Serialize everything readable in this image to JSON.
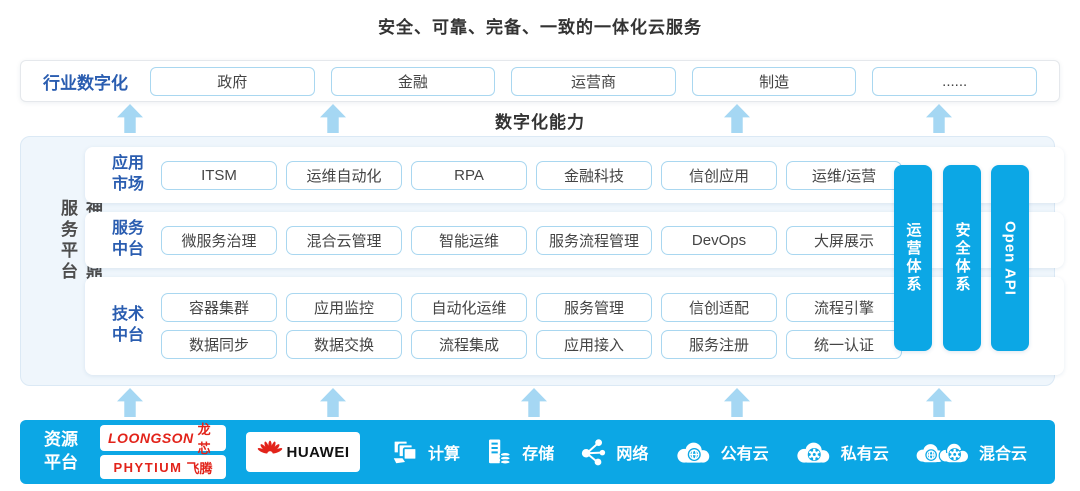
{
  "title": "安全、可靠、完备、一致的一体化云服务",
  "industry_row": {
    "label": "行业数字化",
    "items": [
      "政府",
      "金融",
      "运营商",
      "制造",
      "......"
    ]
  },
  "digital_capability_label": "数字化能力",
  "platform": {
    "side_label": "神州云鼎云服务平台",
    "rows": [
      {
        "label_lines": [
          "应用",
          "市场"
        ],
        "items": [
          "ITSM",
          "运维自动化",
          "RPA",
          "金融科技",
          "信创应用",
          "运维/运营"
        ]
      },
      {
        "label_lines": [
          "服务",
          "中台"
        ],
        "items": [
          "微服务治理",
          "混合云管理",
          "智能运维",
          "服务流程管理",
          "DevOps",
          "大屏展示"
        ]
      },
      {
        "label_lines": [
          "技术",
          "中台"
        ],
        "item_rows": [
          [
            "容器集群",
            "应用监控",
            "自动化运维",
            "服务管理",
            "信创适配",
            "流程引擎"
          ],
          [
            "数据同步",
            "数据交换",
            "流程集成",
            "应用接入",
            "服务注册",
            "统一认证"
          ]
        ]
      }
    ],
    "vertical_bars": [
      "运营体系",
      "安全体系",
      "Open API"
    ]
  },
  "resource_bar": {
    "label_lines": [
      "资源",
      "平台"
    ],
    "vendors": {
      "loongson_en": "LOONGSON",
      "loongson_cn": "龙芯",
      "phytium_en": "PHYTIUM",
      "phytium_cn": "飞腾",
      "huawei": "HUAWEI"
    },
    "resources": [
      {
        "icon": "compute-icon",
        "label": "计算"
      },
      {
        "icon": "storage-icon",
        "label": "存储"
      },
      {
        "icon": "network-icon",
        "label": "网络"
      },
      {
        "icon": "public-cloud-icon",
        "label": "公有云"
      },
      {
        "icon": "private-cloud-icon",
        "label": "私有云"
      },
      {
        "icon": "hybrid-cloud-icon",
        "label": "混合云"
      }
    ]
  },
  "colors": {
    "accent_blue": "#0ca7e5",
    "arrow_blue": "#a5d7f3",
    "label_blue": "#2a5db0",
    "box_border_blue": "#a9d7f0",
    "panel_bg": "#eff6fc",
    "vendor_red": "#e2231a",
    "text_dark": "#333333"
  }
}
